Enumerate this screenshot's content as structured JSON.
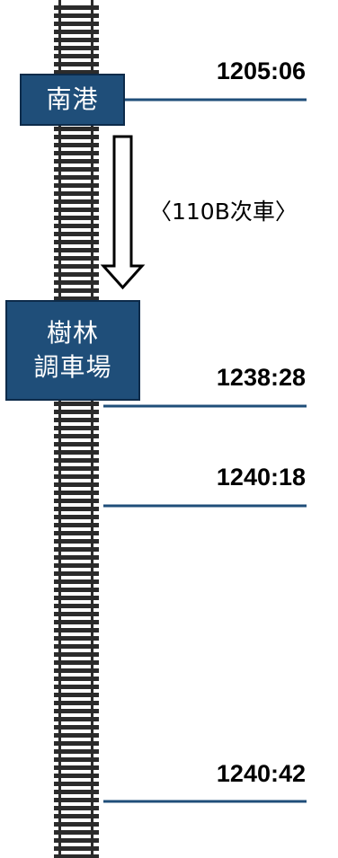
{
  "stations": [
    {
      "lines": [
        "南港"
      ]
    },
    {
      "lines": [
        "樹林",
        "調車場"
      ]
    }
  ],
  "times": [
    "1205:06",
    "1238:28",
    "1240:18",
    "1240:42"
  ],
  "transfer_note": "〈110B次車〉",
  "colors": {
    "station_fill": "#1f4e79",
    "station_text": "#ffffff",
    "time_line": "#1f4e79",
    "track": "#2b2b2b"
  }
}
